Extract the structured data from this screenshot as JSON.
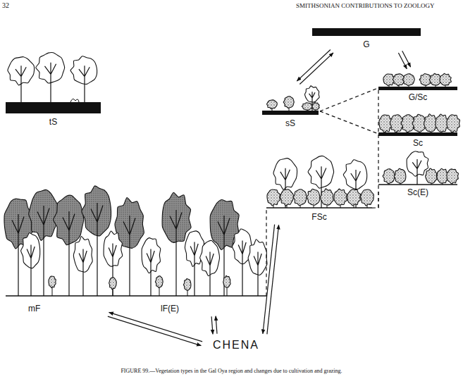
{
  "diagram": {
    "caption": "FIGURE 99.—Vegetation types in the Gal Oya region and changes due to cultivation and grazing.",
    "nodes": [
      {
        "text": [
          "tS"
        ]
      },
      {
        "text": [
          "G"
        ]
      },
      {
        "text": [
          "sS"
        ]
      },
      {
        "text": [
          "G/Sc"
        ]
      },
      {
        "text": [
          "Sc"
        ]
      },
      {
        "text": [
          "FSc"
        ]
      },
      {
        "text": [
          "Sc(E)"
        ]
      },
      {
        "text": [
          "mF"
        ]
      },
      {
        "text": [
          "lF(E)"
        ]
      },
      {
        "text": [
          "CHENA"
        ]
      }
    ],
    "edges": [
      {
        "from": 1,
        "to": 2,
        "arrow": "both"
      },
      {
        "from": 1,
        "to": 3,
        "arrow": "to"
      },
      {
        "from": 2,
        "to": 3,
        "arrow": "none"
      },
      {
        "from": 2,
        "to": 4,
        "arrow": "none"
      },
      {
        "from": 5,
        "to": 6,
        "arrow": "none"
      },
      {
        "from": 8,
        "to": 5,
        "arrow": "none"
      },
      {
        "from": 7,
        "to": 9,
        "arrow": "both"
      },
      {
        "from": 8,
        "to": 9,
        "arrow": "both"
      },
      {
        "from": 5,
        "to": 9,
        "arrow": "both"
      }
    ],
    "labels": [
      "32",
      "SMITHSONIAN CONTRIBUTIONS TO ZOOLOGY"
    ]
  }
}
